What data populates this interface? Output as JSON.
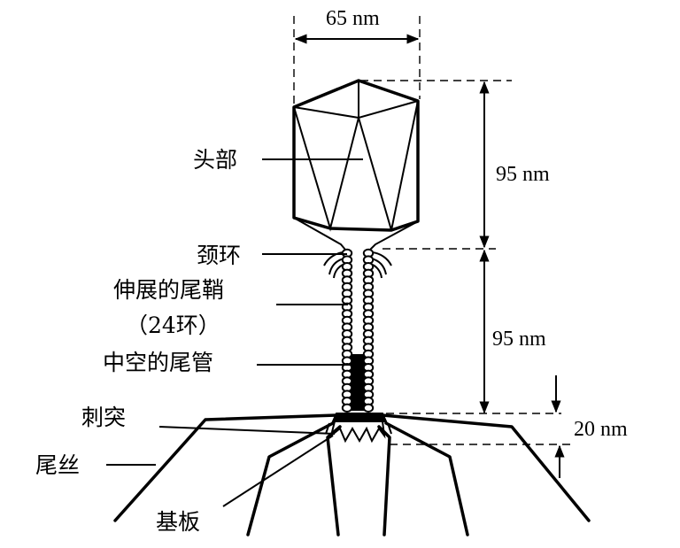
{
  "diagram": {
    "labels": {
      "head": "头部",
      "collar": "颈环",
      "sheath_line1": "伸展的尾鞘",
      "sheath_line2": "（24环）",
      "tube": "中空的尾管",
      "spike": "刺突",
      "tail_fiber": "尾丝",
      "base_plate": "基板"
    },
    "dimensions": {
      "head_width": "65 nm",
      "head_length": "95 nm",
      "tail_length": "95 nm",
      "base_plate_height": "20 nm"
    }
  }
}
